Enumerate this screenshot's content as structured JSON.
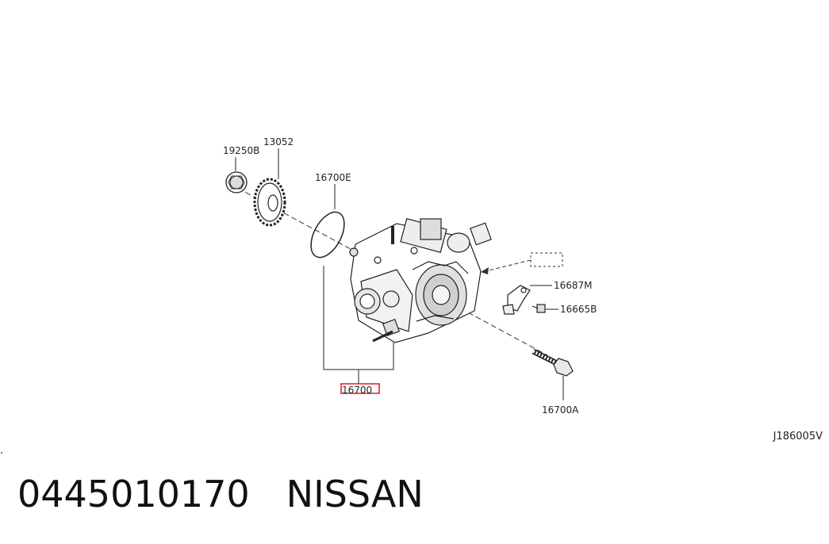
{
  "diagram": {
    "labels": {
      "washer": "19250B",
      "gear": "13052",
      "o_ring": "16700E",
      "pump": "16700",
      "sensor": "16687M",
      "bolt_small": "16665B",
      "bolt": "16700A"
    },
    "reference_code": "J186005V",
    "highlight_color": "#e11a1a"
  },
  "footer": {
    "part_number": "0445010170",
    "brand": "NISSAN"
  }
}
